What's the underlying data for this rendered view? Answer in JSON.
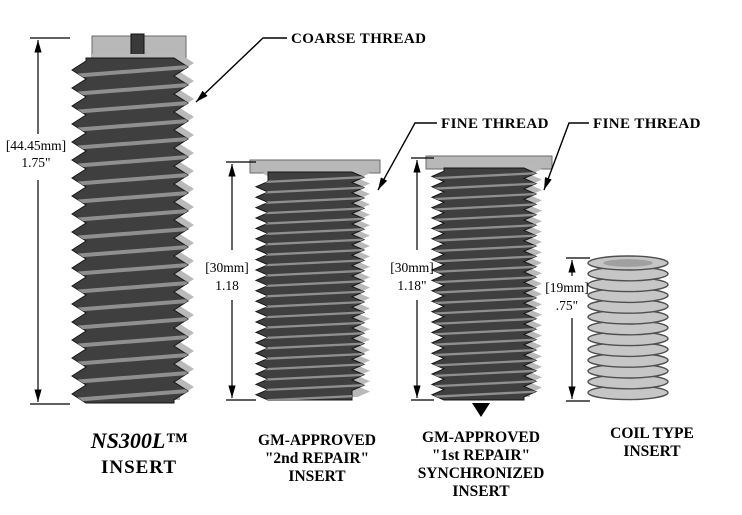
{
  "diagram": {
    "callouts": {
      "coarse_thread": "COARSE THREAD",
      "fine_thread_left": "FINE THREAD",
      "fine_thread_right": "FINE THREAD"
    },
    "inserts": [
      {
        "id": "ns300l",
        "dim_mm": "[44.45mm]",
        "dim_in": "1.75\"",
        "label_lines": [
          "NS300L™",
          "INSERT"
        ]
      },
      {
        "id": "gm-2nd-repair",
        "dim_mm": "[30mm]",
        "dim_in": "1.18",
        "label_lines": [
          "GM-APPROVED",
          "\"2nd REPAIR\"",
          "INSERT"
        ]
      },
      {
        "id": "gm-1st-repair-synchronized",
        "dim_mm": "[30mm]",
        "dim_in": "1.18\"",
        "label_lines": [
          "GM-APPROVED",
          "\"1st REPAIR\"",
          "SYNCHRONIZED",
          "INSERT"
        ]
      },
      {
        "id": "coil-type",
        "dim_mm": "[19mm]",
        "dim_in": ".75\"",
        "label_lines": [
          "COIL TYPE",
          "INSERT"
        ]
      }
    ],
    "colors": {
      "thread_dark": "#3f3f3f",
      "thread_edge": "#161616",
      "thread_light": "#b9b9b9",
      "ridge": "#8f8f8f",
      "flange_light": "#b8b8b8",
      "coil_fill": "#c6c6c6",
      "coil_edge": "#4f4f4f",
      "line": "#000000"
    }
  }
}
